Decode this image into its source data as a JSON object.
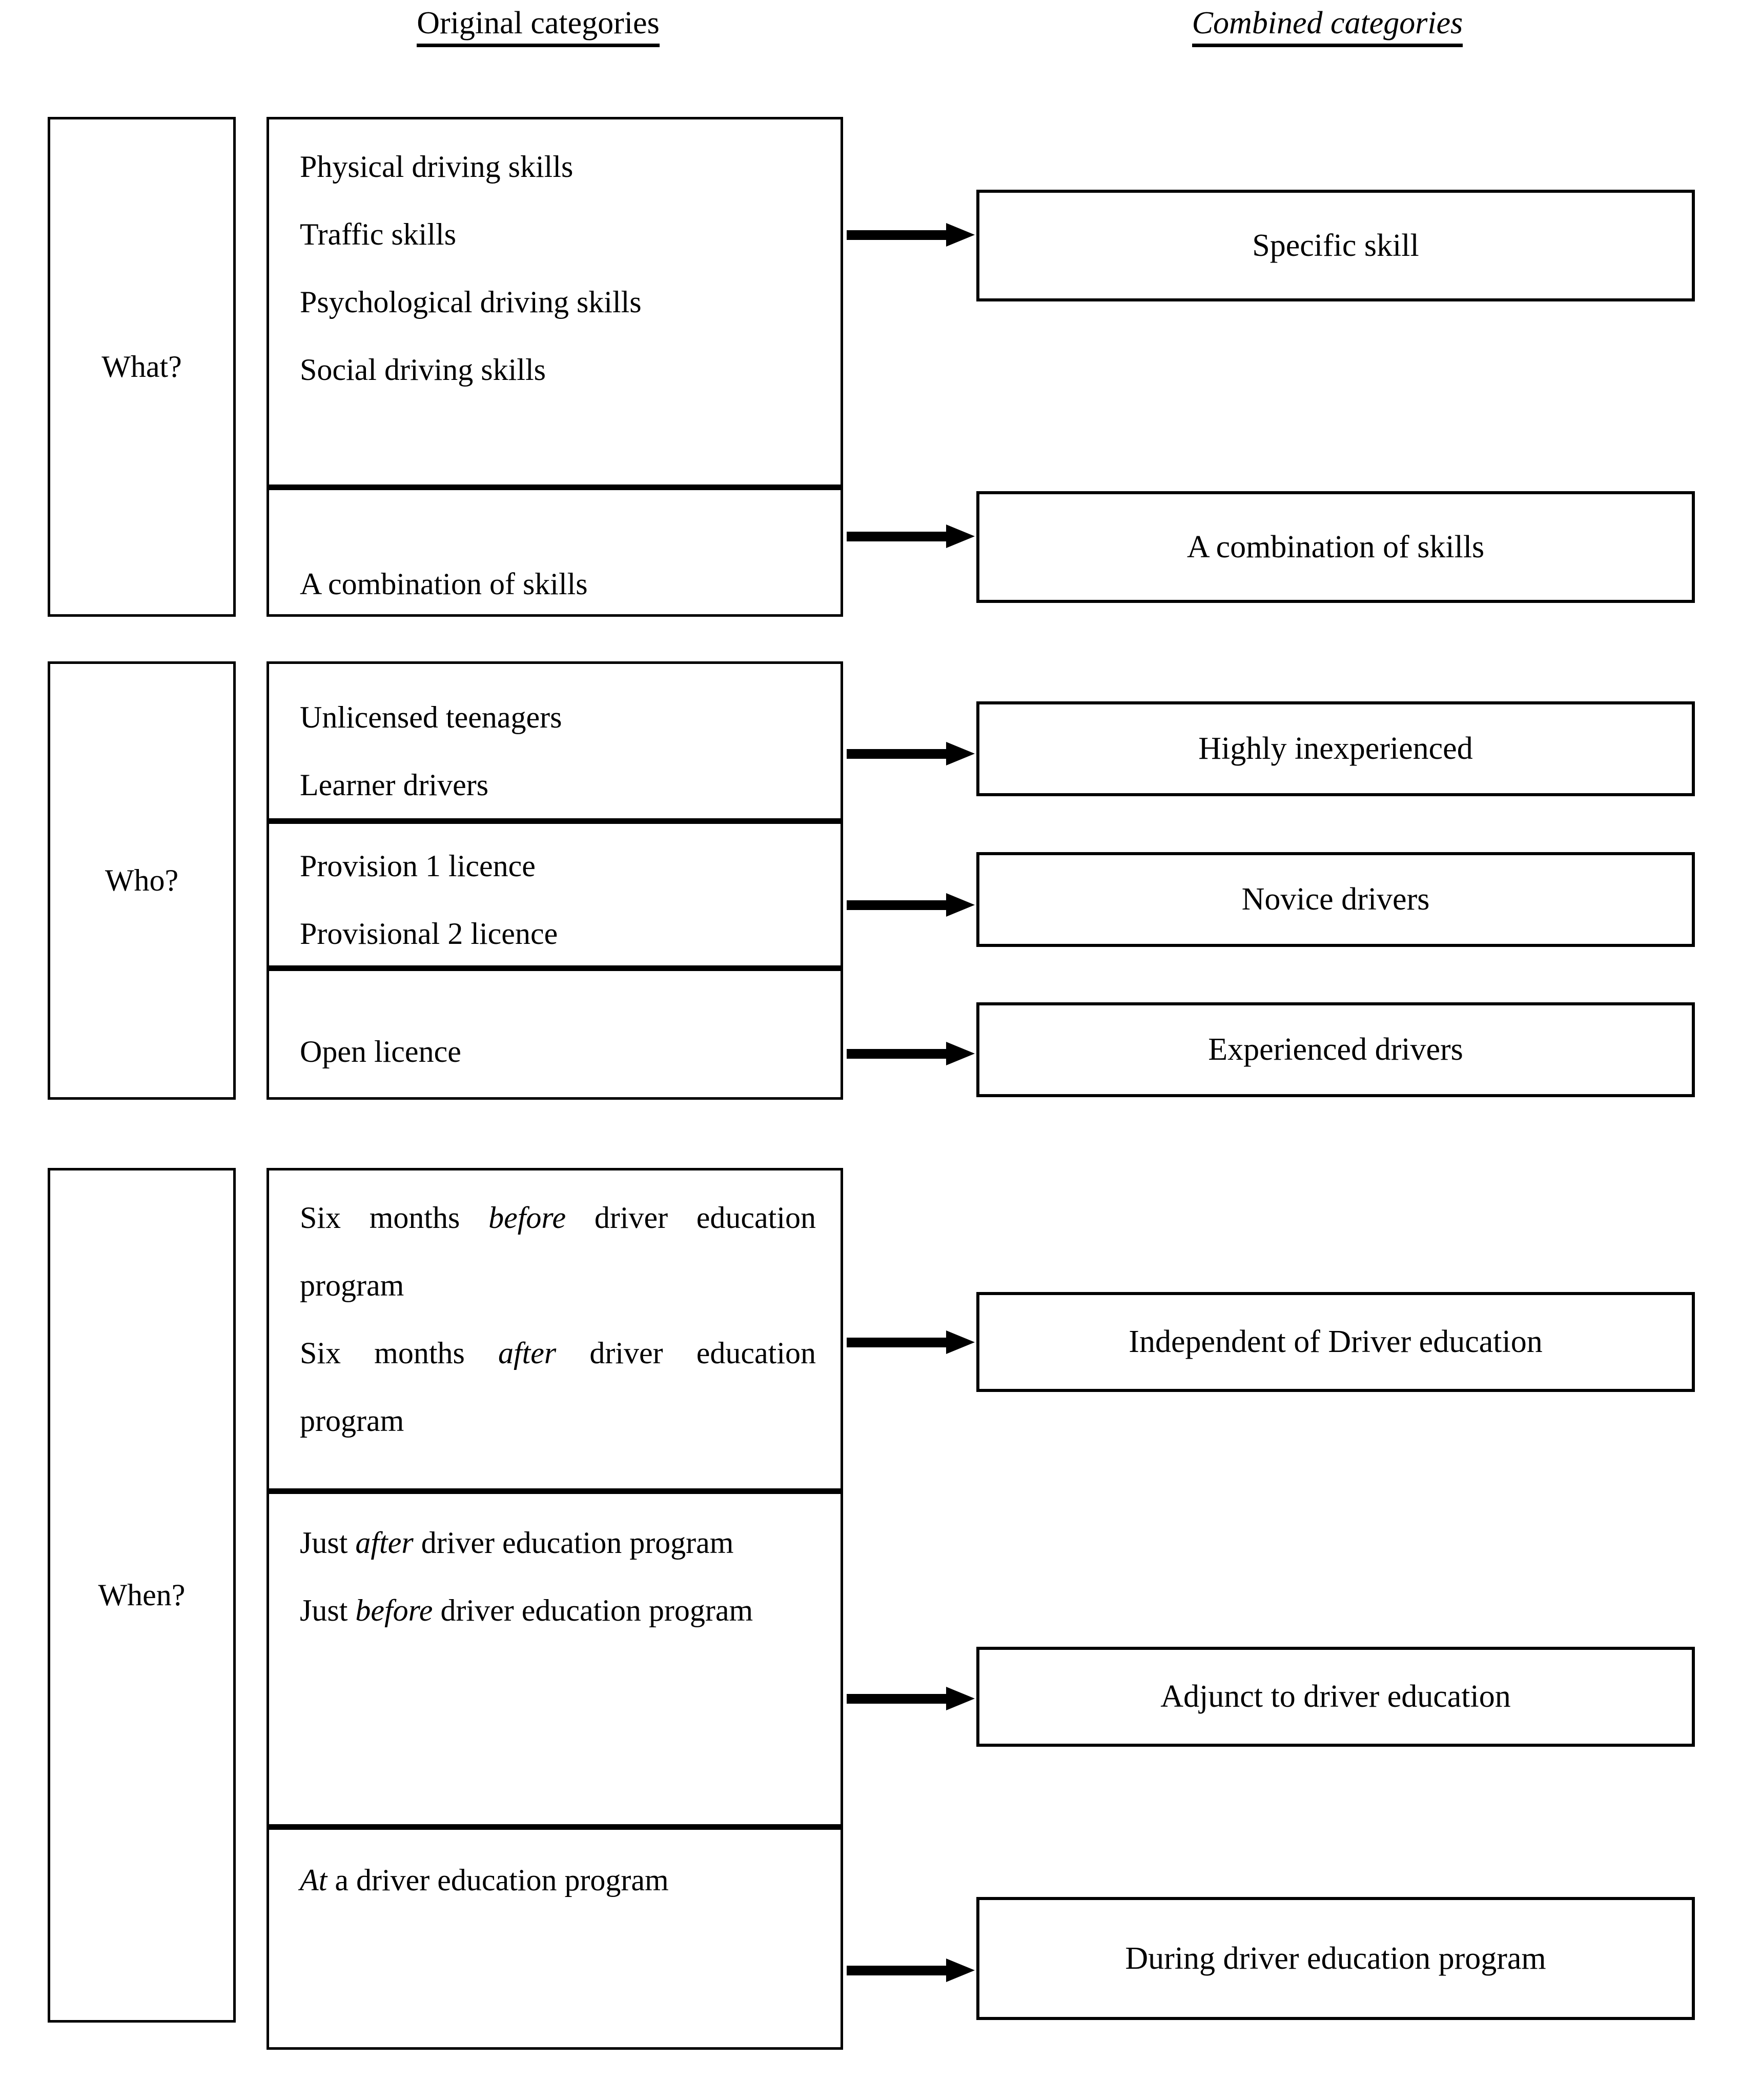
{
  "headers": {
    "original": "Original categories",
    "combined": "Combined categories"
  },
  "sections": [
    {
      "question": "What?",
      "groups": [
        {
          "original_items": [
            "Physical driving skills",
            "Traffic skills",
            "Psychological driving skills",
            "Social driving skills"
          ],
          "combined": "Specific skill"
        },
        {
          "original_items": [
            "A combination of skills"
          ],
          "combined": "A combination of skills"
        }
      ]
    },
    {
      "question": "Who?",
      "groups": [
        {
          "original_items": [
            "Unlicensed teenagers",
            "Learner drivers"
          ],
          "combined": "Highly inexperienced"
        },
        {
          "original_items": [
            "Provision 1 licence",
            "Provisional 2 licence"
          ],
          "combined": "Novice drivers"
        },
        {
          "original_items": [
            "Open licence"
          ],
          "combined": "Experienced drivers"
        }
      ]
    },
    {
      "question": "When?",
      "groups": [
        {
          "original_items": [
            "Six months before driver education program",
            "Six months after driver education program"
          ],
          "combined": "Independent of Driver education"
        },
        {
          "original_items": [
            "Just after driver education program",
            "Just before driver education program"
          ],
          "combined": "Adjunct to driver education"
        },
        {
          "original_items": [
            "At a driver education program"
          ],
          "combined": "During driver education program"
        }
      ]
    }
  ],
  "colors": {
    "line": "#000000",
    "background": "#ffffff"
  }
}
